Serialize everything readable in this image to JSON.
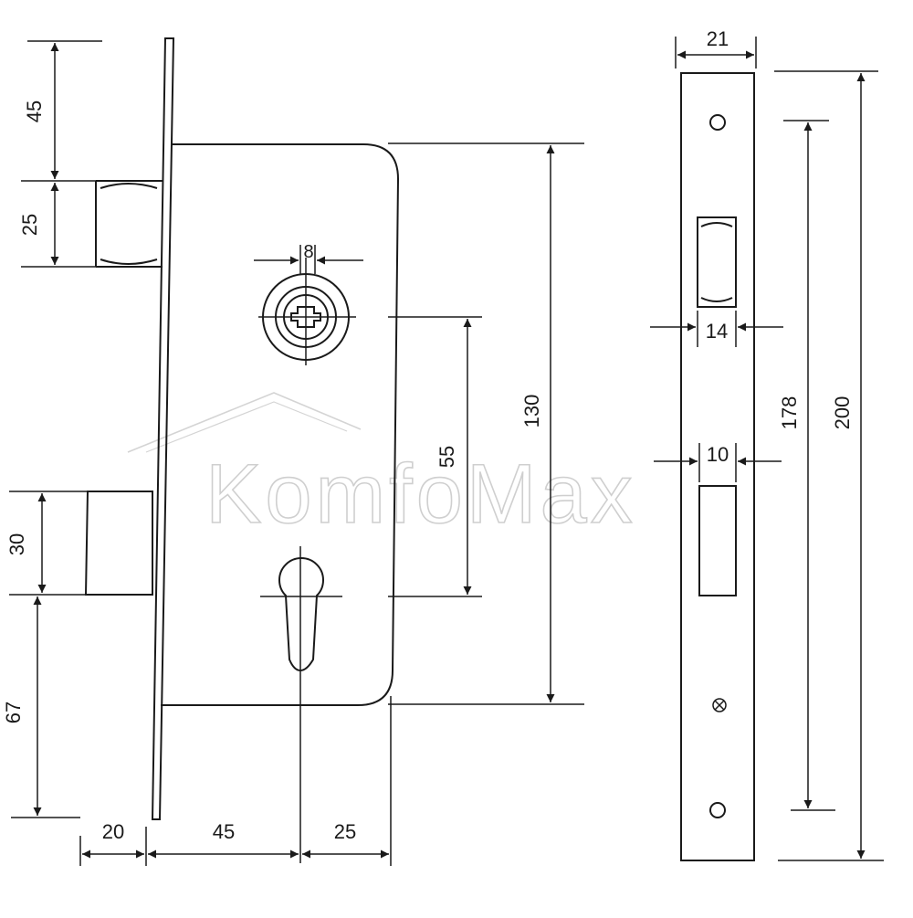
{
  "watermark": "KomfoMax",
  "dimensions": {
    "top_offset": "45",
    "latch_height": "25",
    "bolt_height": "30",
    "bottom_offset": "67",
    "backset_faceplate": "20",
    "backset": "45",
    "case_edge": "25",
    "spindle_width": "8",
    "center_distance": "55",
    "case_height": "130",
    "faceplate_width": "21",
    "latch_slot": "14",
    "bolt_slot": "10",
    "screw_spacing": "178",
    "faceplate_length": "200"
  }
}
